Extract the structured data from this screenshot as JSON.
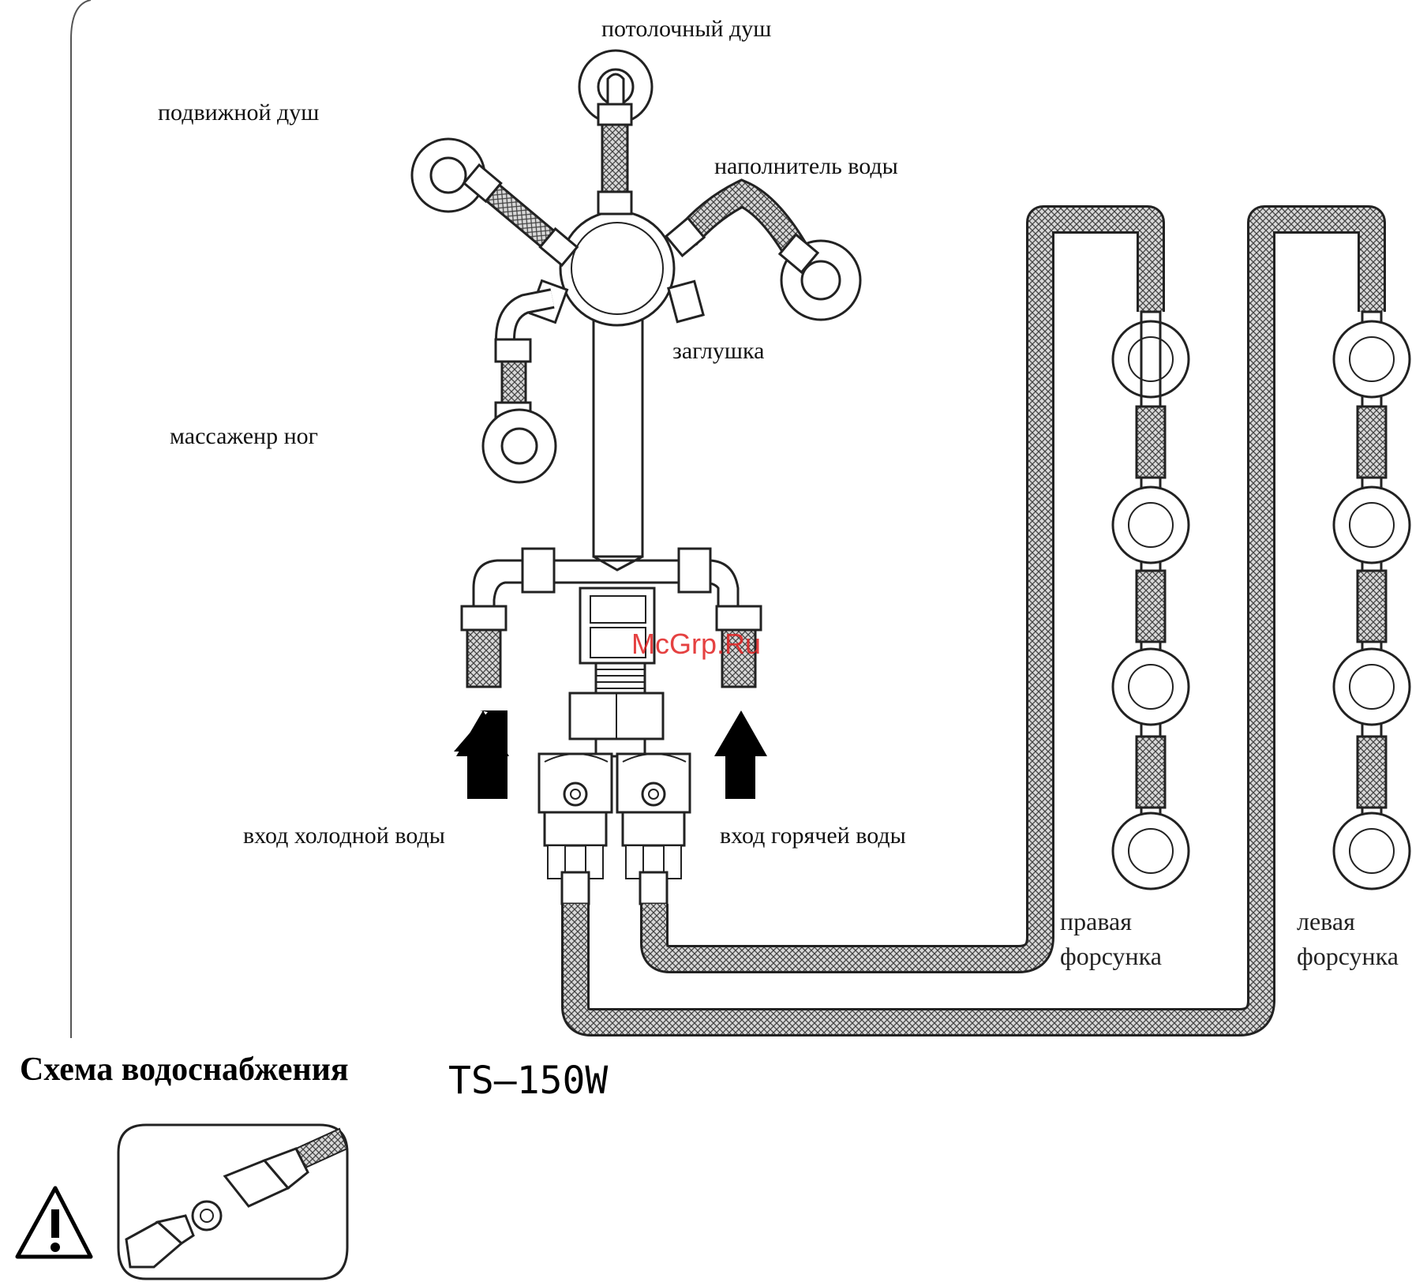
{
  "labels": {
    "ceiling_shower": "потолочный душ",
    "hand_shower": "подвижной душ",
    "water_filler": "наполнитель воды",
    "plug": "заглушка",
    "foot_massager": "массаженр ног",
    "cold_inlet": "вход холодной воды",
    "hot_inlet": "вход горячей воды",
    "right_nozzle_line1": "правая",
    "right_nozzle_line2": "форсунка",
    "left_nozzle_line1": "левая",
    "left_nozzle_line2": "форсунка"
  },
  "title": "Схема водоснабжения",
  "model": "TS–150W",
  "watermark": "McGrp.Ru",
  "icons": {
    "warning": "warning-triangle-icon",
    "fitting_detail": "hose-fitting-detail-icon"
  },
  "colors": {
    "line": "#222222",
    "hose_fill": "#9a9a9a",
    "arrow": "#000000",
    "watermark": "#e02020"
  }
}
